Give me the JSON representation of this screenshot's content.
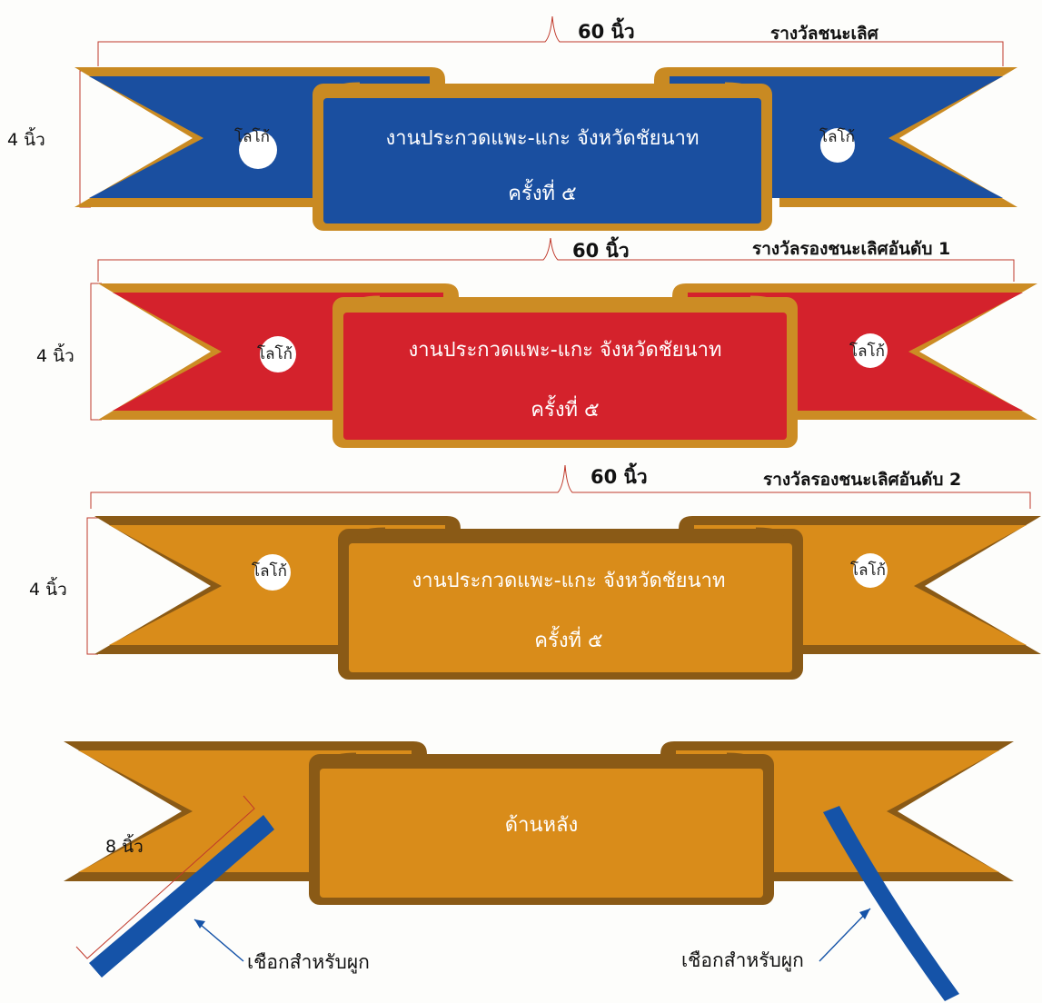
{
  "ribbons": [
    {
      "width_label": "60 นิ้ว",
      "award": "รางวัลชนะเลิศ",
      "height_label": "4 นิ้ว",
      "line1": "งานประกวดแพะ-แกะ จังหวัดชัยนาท",
      "line2": "ครั้งที่ ๕",
      "logo_left": "โลโก้",
      "logo_right": "โลโก้",
      "fill_color": "#1a4fa0",
      "border_color": "#c98a22"
    },
    {
      "width_label": "60 นิ้ว",
      "award": "รางวัลรองชนะเลิศอันดับ 1",
      "height_label": "4 นิ้ว",
      "line1": "งานประกวดแพะ-แกะ จังหวัดชัยนาท",
      "line2": "ครั้งที่ ๕",
      "logo_left": "โลโก้",
      "logo_right": "โลโก้",
      "fill_color": "#d4222c",
      "border_color": "#cc8c24"
    },
    {
      "width_label": "60 นิ้ว",
      "award": "รางวัลรองชนะเลิศอันดับ 2",
      "height_label": "4 นิ้ว",
      "line1": "งานประกวดแพะ-แกะ จังหวัดชัยนาท",
      "line2": "ครั้งที่ ๕",
      "logo_left": "โลโก้",
      "logo_right": "โลโก้",
      "fill_color": "#d98c1a",
      "border_color": "#8a5a16"
    }
  ],
  "back": {
    "label": "ด้านหลัง",
    "tie_length_label": "8 นิ้ว",
    "tie_left_label": "เชือกสำหรับผูก",
    "tie_right_label": "เชือกสำหรับผูก",
    "fill_color": "#d98c1a",
    "border_color": "#8a5a16",
    "tie_color": "#1553a8"
  }
}
